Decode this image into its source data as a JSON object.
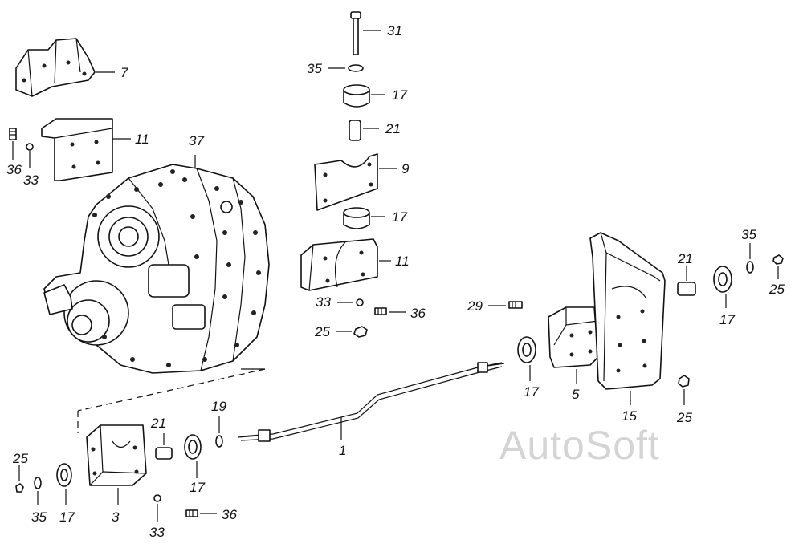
{
  "watermark": "AutoSoft",
  "callouts": {
    "c1": "1",
    "c3": "3",
    "c5": "5",
    "c7": "7",
    "c9": "9",
    "c11a": "11",
    "c11b": "11",
    "c15": "15",
    "c17a": "17",
    "c17b": "17",
    "c17c": "17",
    "c17d": "17",
    "c17e": "17",
    "c17f": "17",
    "c19": "19",
    "c21a": "21",
    "c21b": "21",
    "c21c": "21",
    "c25a": "25",
    "c25b": "25",
    "c25c": "25",
    "c25d": "25",
    "c29": "29",
    "c31": "31",
    "c33a": "33",
    "c33b": "33",
    "c33c": "33",
    "c35a": "35",
    "c35b": "35",
    "c35c": "35",
    "c36a": "36",
    "c36b": "36",
    "c36c": "36",
    "c37": "37"
  }
}
